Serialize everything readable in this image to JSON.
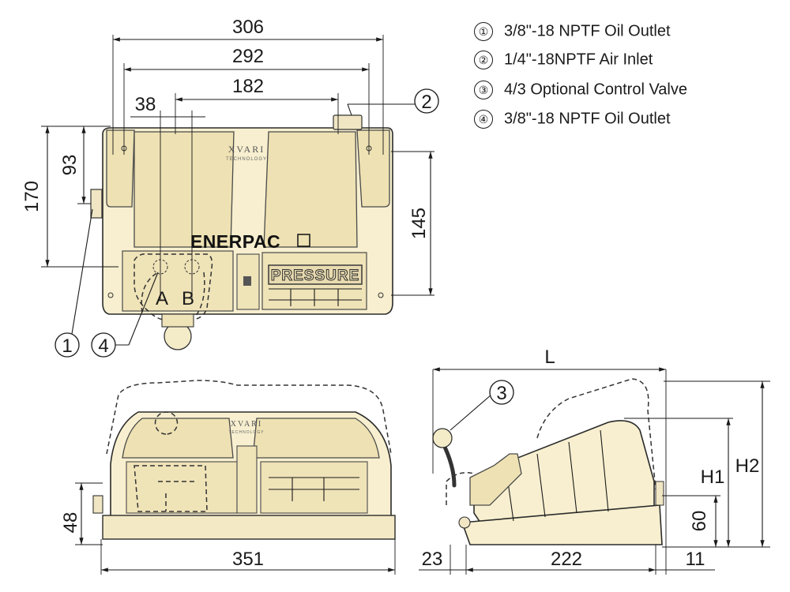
{
  "legend": [
    {
      "num": "①",
      "text": "3/8\"-18 NPTF Oil Outlet"
    },
    {
      "num": "②",
      "text": "1/4\"-18NPTF Air Inlet"
    },
    {
      "num": "③",
      "text": "4/3 Optional Control Valve"
    },
    {
      "num": "④",
      "text": "3/8\"-18 NPTF Oil Outlet"
    }
  ],
  "top_view": {
    "dims": {
      "w306": "306",
      "w292": "292",
      "w182": "182",
      "w38": "38",
      "h170": "170",
      "h93": "93",
      "h145": "145"
    },
    "brand": "ENERPAC",
    "brand_sub": "XVARI",
    "brand_sub2": "TECHNOLOGY",
    "label_pressure": "PRESSURE",
    "port_a": "A",
    "port_b": "B",
    "callout_1": "1",
    "callout_2": "2",
    "callout_4": "4"
  },
  "front_view": {
    "dims": {
      "w351": "351",
      "h48": "48"
    },
    "brand_sub": "XVARI",
    "brand_sub2": "TECHNOLOGY"
  },
  "side_view": {
    "dims": {
      "L": "L",
      "H1": "H1",
      "H2": "H2",
      "h60": "60",
      "w23": "23",
      "w222": "222",
      "w11": "11"
    },
    "callout_3": "3"
  }
}
